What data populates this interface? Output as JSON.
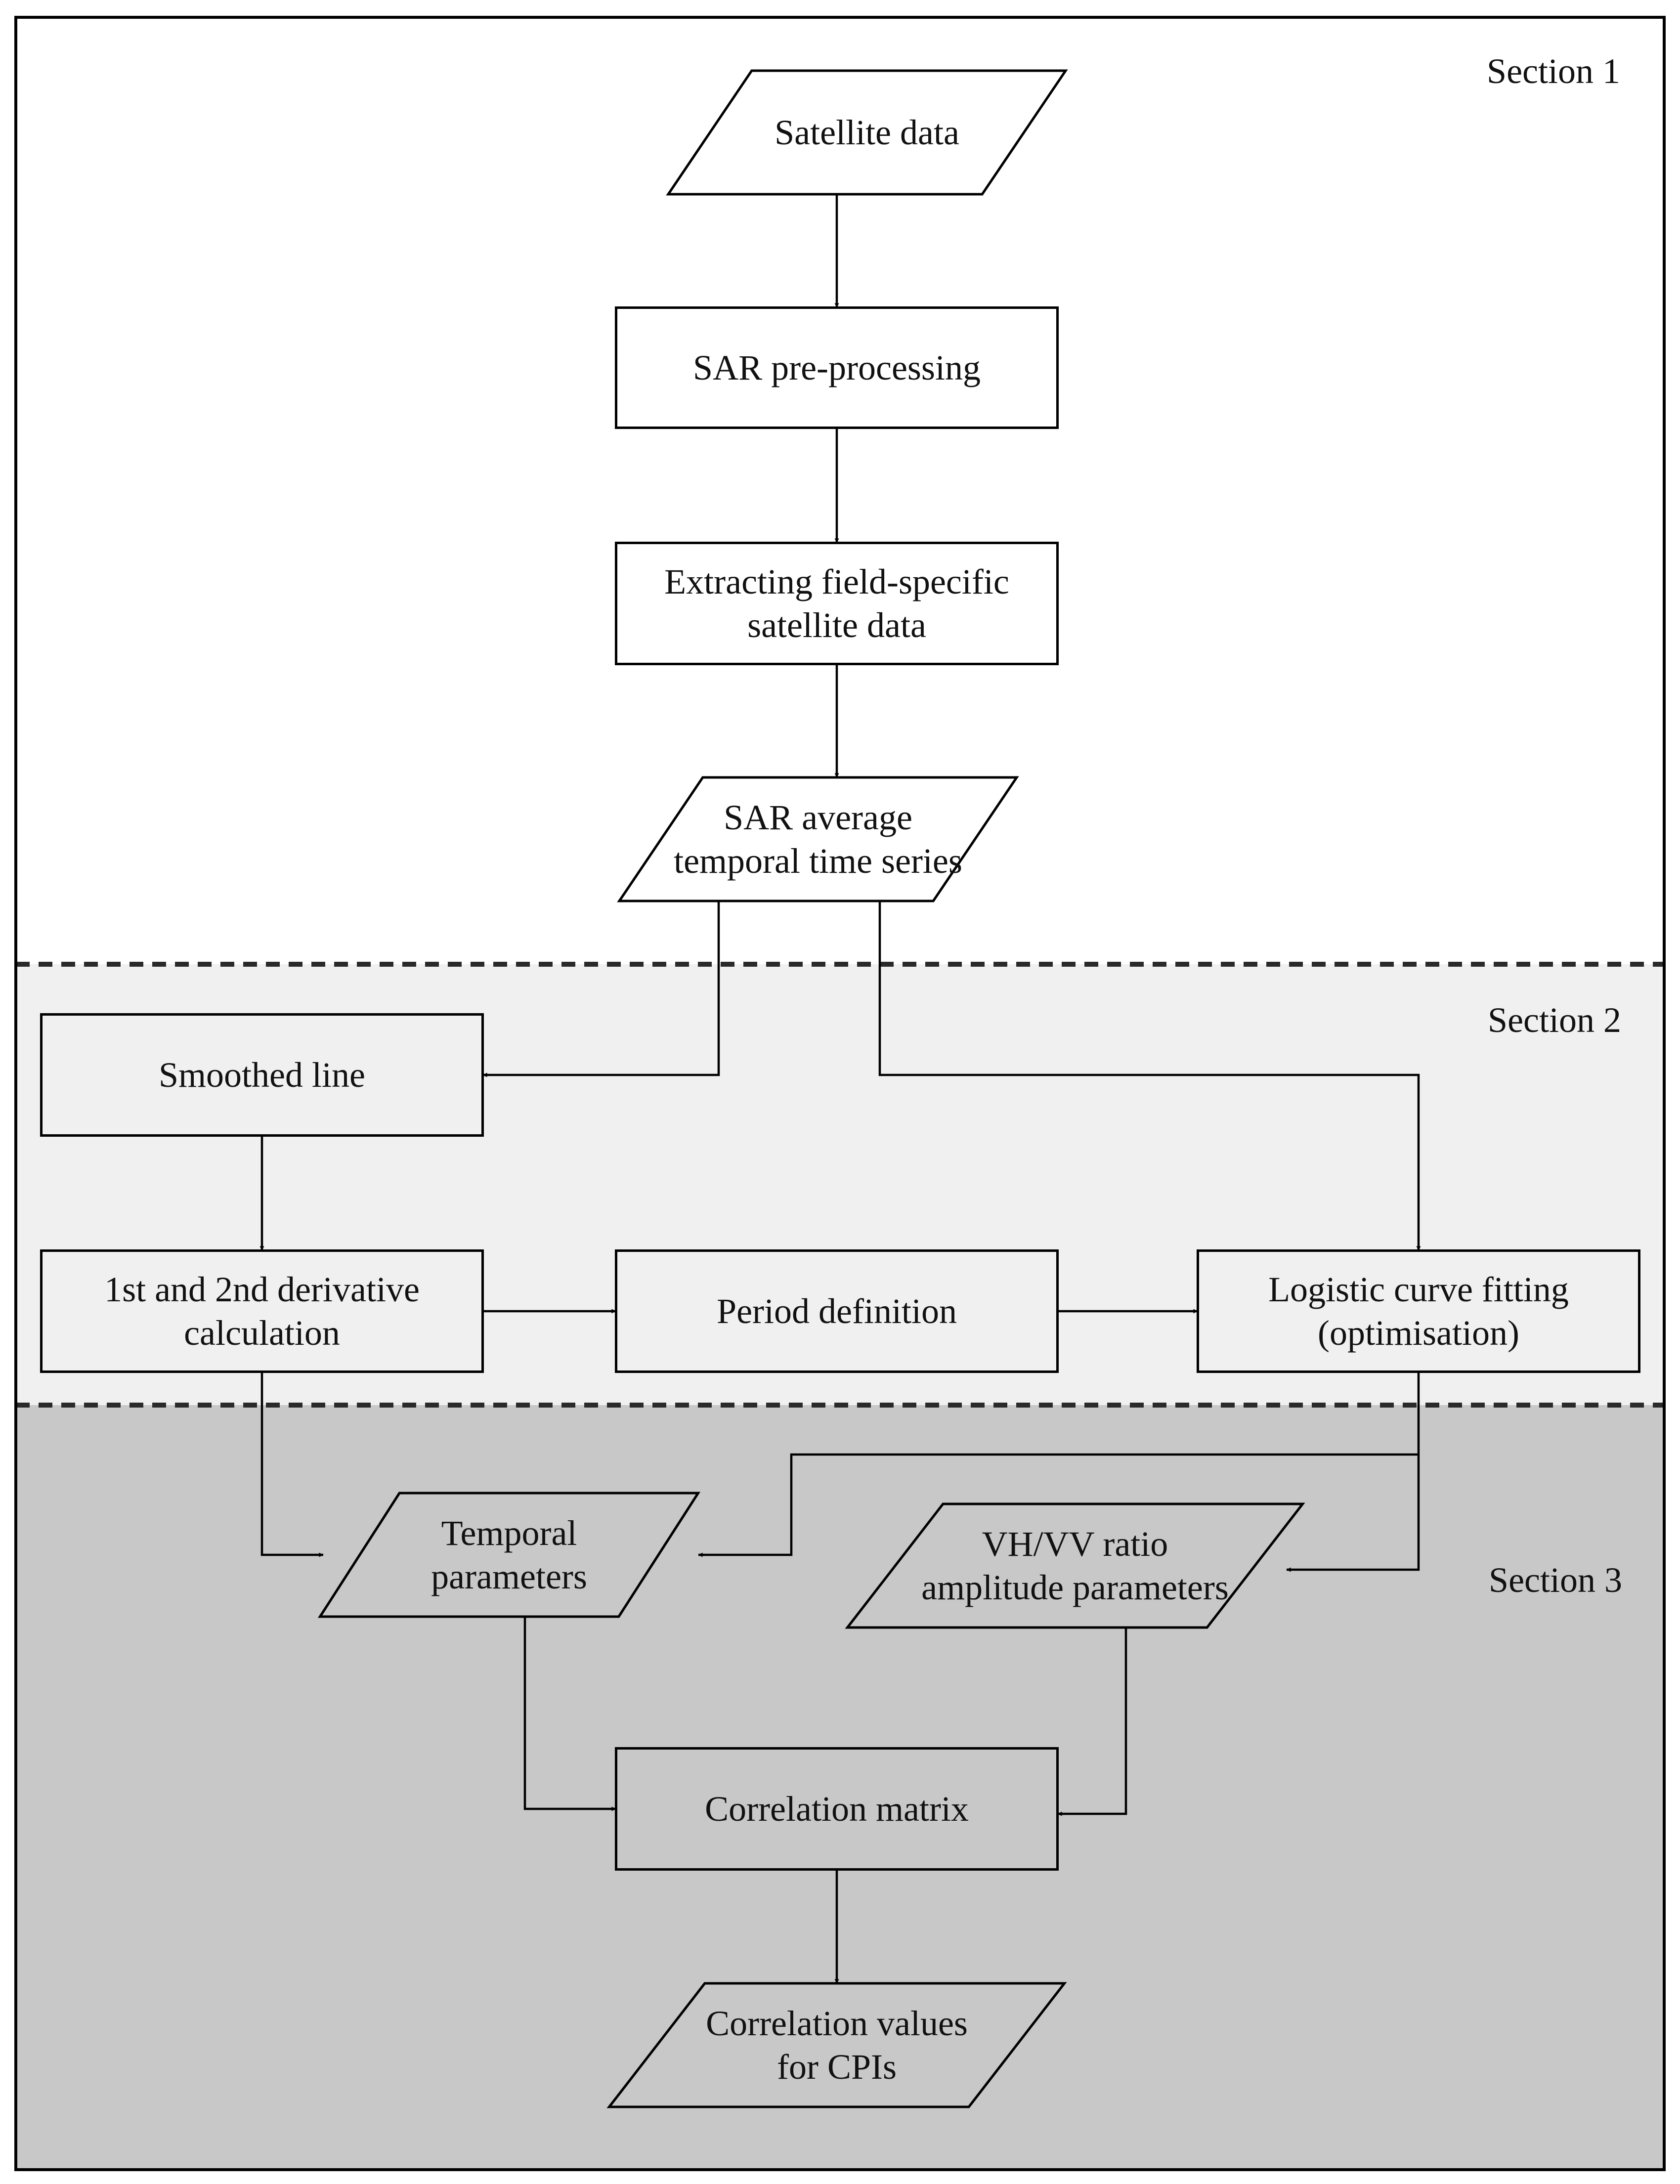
{
  "sections": [
    {
      "label": "Section 1",
      "color": "#ffffff"
    },
    {
      "label": "Section 2",
      "color": "#f0f0f0"
    },
    {
      "label": "Section 3",
      "color": "#c8c8c8"
    }
  ],
  "nodes": {
    "satellite_data": {
      "shape": "parallelogram",
      "lines": [
        "Satellite data"
      ]
    },
    "sar_preprocessing": {
      "shape": "rectangle",
      "lines": [
        "SAR pre-processing"
      ]
    },
    "extracting_data": {
      "shape": "rectangle",
      "lines": [
        "Extracting field-specific",
        "satellite data"
      ]
    },
    "sar_time_series": {
      "shape": "parallelogram",
      "lines": [
        "SAR average",
        "temporal time series"
      ]
    },
    "smoothed_line": {
      "shape": "rectangle",
      "lines": [
        "Smoothed line"
      ]
    },
    "derivative_calc": {
      "shape": "rectangle",
      "lines": [
        "1st and 2nd derivative",
        "calculation"
      ]
    },
    "period_definition": {
      "shape": "rectangle",
      "lines": [
        "Period definition"
      ]
    },
    "logistic_fitting": {
      "shape": "rectangle",
      "lines": [
        "Logistic curve fitting",
        "(optimisation)"
      ]
    },
    "temporal_parameters": {
      "shape": "parallelogram",
      "lines": [
        "Temporal",
        "parameters"
      ]
    },
    "amplitude_parameters": {
      "shape": "parallelogram",
      "lines": [
        "VH/VV ratio",
        "amplitude parameters"
      ]
    },
    "correlation_matrix": {
      "shape": "rectangle",
      "lines": [
        "Correlation matrix"
      ]
    },
    "correlation_values": {
      "shape": "parallelogram",
      "lines": [
        "Correlation values",
        "for CPIs"
      ]
    }
  },
  "edges": [
    {
      "from": "satellite_data",
      "to": "sar_preprocessing"
    },
    {
      "from": "sar_preprocessing",
      "to": "extracting_data"
    },
    {
      "from": "extracting_data",
      "to": "sar_time_series"
    },
    {
      "from": "sar_time_series",
      "to": "smoothed_line"
    },
    {
      "from": "sar_time_series",
      "to": "logistic_fitting"
    },
    {
      "from": "smoothed_line",
      "to": "derivative_calc"
    },
    {
      "from": "derivative_calc",
      "to": "period_definition"
    },
    {
      "from": "period_definition",
      "to": "logistic_fitting"
    },
    {
      "from": "derivative_calc",
      "to": "temporal_parameters"
    },
    {
      "from": "logistic_fitting",
      "to": "temporal_parameters"
    },
    {
      "from": "logistic_fitting",
      "to": "amplitude_parameters"
    },
    {
      "from": "temporal_parameters",
      "to": "correlation_matrix"
    },
    {
      "from": "amplitude_parameters",
      "to": "correlation_matrix"
    },
    {
      "from": "correlation_matrix",
      "to": "correlation_values"
    }
  ]
}
